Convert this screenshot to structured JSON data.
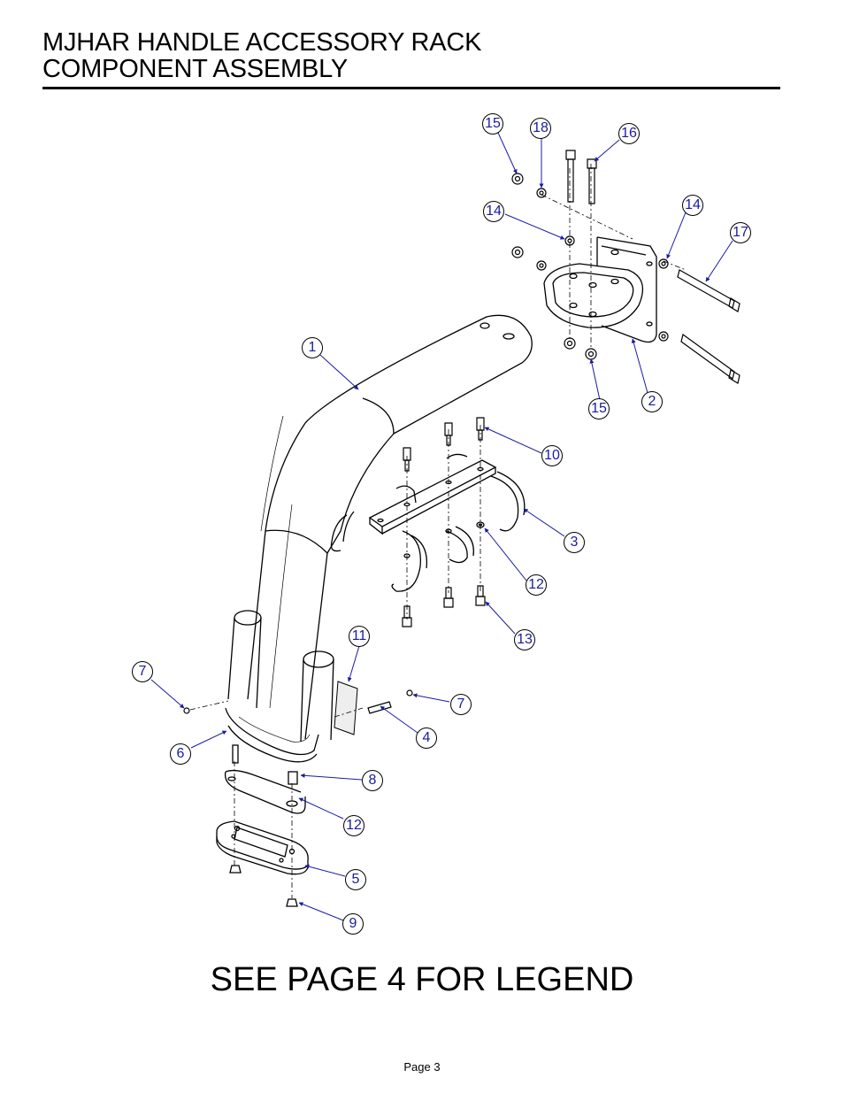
{
  "header": {
    "title_line1": "MJHAR HANDLE ACCESSORY RACK",
    "title_line2": "COMPONENT ASSEMBLY"
  },
  "callouts": [
    {
      "id": "c15a",
      "label": "15"
    },
    {
      "id": "c18",
      "label": "18"
    },
    {
      "id": "c16",
      "label": "16"
    },
    {
      "id": "c14a",
      "label": "14"
    },
    {
      "id": "c14b",
      "label": "14"
    },
    {
      "id": "c17",
      "label": "17"
    },
    {
      "id": "c15b",
      "label": "15"
    },
    {
      "id": "c2",
      "label": "2"
    },
    {
      "id": "c1",
      "label": "1"
    },
    {
      "id": "c10",
      "label": "10"
    },
    {
      "id": "c3",
      "label": "3"
    },
    {
      "id": "c12a",
      "label": "12"
    },
    {
      "id": "c13",
      "label": "13"
    },
    {
      "id": "c11",
      "label": "11"
    },
    {
      "id": "c7a",
      "label": "7"
    },
    {
      "id": "c7b",
      "label": "7"
    },
    {
      "id": "c4",
      "label": "4"
    },
    {
      "id": "c6",
      "label": "6"
    },
    {
      "id": "c8",
      "label": "8"
    },
    {
      "id": "c12b",
      "label": "12"
    },
    {
      "id": "c5",
      "label": "5"
    },
    {
      "id": "c9",
      "label": "9"
    }
  ],
  "footer": {
    "legend_note": "SEE PAGE 4 FOR LEGEND",
    "page_number": "Page 3"
  },
  "colors": {
    "callout_text": "#1a1aa0",
    "leader_line": "#1a1aa0",
    "drawing_line": "#000000"
  }
}
